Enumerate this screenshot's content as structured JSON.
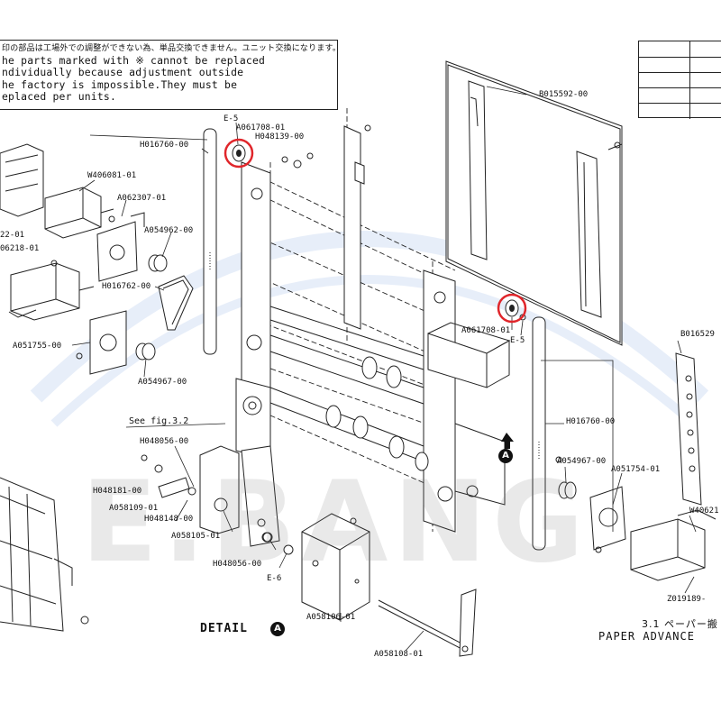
{
  "note": {
    "japanese": "印の部品は工場外での調整ができない為、単品交換できません。ユニット交換になります。",
    "lines": [
      "he parts marked with ※ cannot be replaced",
      "ndividually because adjustment outside",
      "he factory is impossible.They must be",
      "eplaced per units."
    ]
  },
  "parts": [
    {
      "id": "p1",
      "text": "E-5"
    },
    {
      "id": "p2",
      "text": "A061708-01"
    },
    {
      "id": "p3",
      "text": "H048139-00"
    },
    {
      "id": "p4",
      "text": "H016760-00"
    },
    {
      "id": "p5",
      "text": "W406081-01"
    },
    {
      "id": "p6",
      "text": "A062307-01"
    },
    {
      "id": "p7",
      "text": "22-01"
    },
    {
      "id": "p8",
      "text": "06218-01"
    },
    {
      "id": "p9",
      "text": "A054962-00"
    },
    {
      "id": "p10",
      "text": "H016762-00"
    },
    {
      "id": "p11",
      "text": "A051755-00"
    },
    {
      "id": "p12",
      "text": "A054967-00"
    },
    {
      "id": "p13",
      "text": "B015592-00"
    },
    {
      "id": "p14",
      "text": "A061708-01"
    },
    {
      "id": "p15",
      "text": "E-5"
    },
    {
      "id": "p16",
      "text": "B016529"
    },
    {
      "id": "p17",
      "text": "H016760-00"
    },
    {
      "id": "p18",
      "text": "See fig.3.2"
    },
    {
      "id": "p19",
      "text": "H048056-00"
    },
    {
      "id": "p20",
      "text": "H048181-00"
    },
    {
      "id": "p21",
      "text": "A058109-01"
    },
    {
      "id": "p22",
      "text": "H048148-00"
    },
    {
      "id": "p23",
      "text": "A058105-01"
    },
    {
      "id": "p24",
      "text": "H048056-00"
    },
    {
      "id": "p25",
      "text": "E-6"
    },
    {
      "id": "p26",
      "text": "A058106-01"
    },
    {
      "id": "p27",
      "text": "A058108-01"
    },
    {
      "id": "p28",
      "text": "A054967-00"
    },
    {
      "id": "p29",
      "text": "A051754-01"
    },
    {
      "id": "p30",
      "text": "W40621"
    },
    {
      "id": "p31",
      "text": "Z019189-"
    }
  ],
  "detail_label": "DETAIL",
  "callout_letter": "A",
  "watermark": "E.BANG",
  "section": {
    "number_jp": "3.1 ペーパー搬",
    "english": "PAPER ADVANCE"
  },
  "colors": {
    "line": "#222222",
    "highlight": "#e0262b",
    "watermark_blue": "#3d7bd4"
  }
}
